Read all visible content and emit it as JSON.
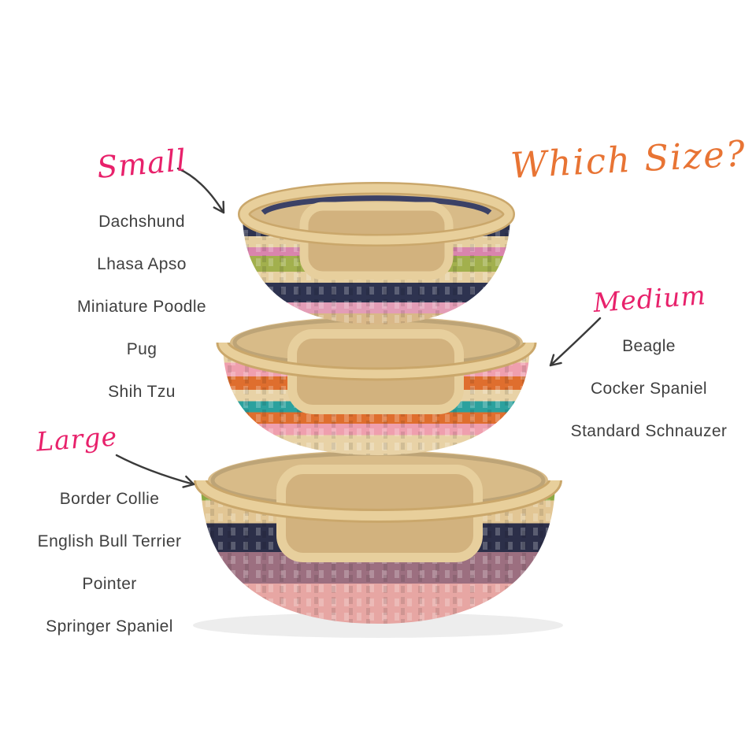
{
  "title": {
    "text": "Which Size?"
  },
  "colors": {
    "script_pink": "#e8216b",
    "title_orange": "#e87434",
    "body_text": "#3f3f3f",
    "basket_natural_tan": "#e8cf9b",
    "basket_small_palette": [
      "#2e3350",
      "#a2b04d",
      "#e39db6",
      "#e6cfa0"
    ],
    "basket_medium_palette": [
      "#2ba19e",
      "#df6e2e",
      "#ef9fae",
      "#e8d2a6"
    ],
    "basket_large_palette": [
      "#8ba943",
      "#2c2f49",
      "#9c6f80",
      "#e7a6a3"
    ]
  },
  "sections": {
    "small": {
      "label": "Small",
      "breeds": [
        "Dachshund",
        "Lhasa Apso",
        "Miniature Poodle",
        "Pug",
        "Shih Tzu"
      ]
    },
    "medium": {
      "label": "Medium",
      "breeds": [
        "Beagle",
        "Cocker Spaniel",
        "Standard Schnauzer"
      ]
    },
    "large": {
      "label": "Large",
      "breeds": [
        "Border Collie",
        "English Bull Terrier",
        "Pointer",
        "Springer Spaniel"
      ]
    }
  }
}
